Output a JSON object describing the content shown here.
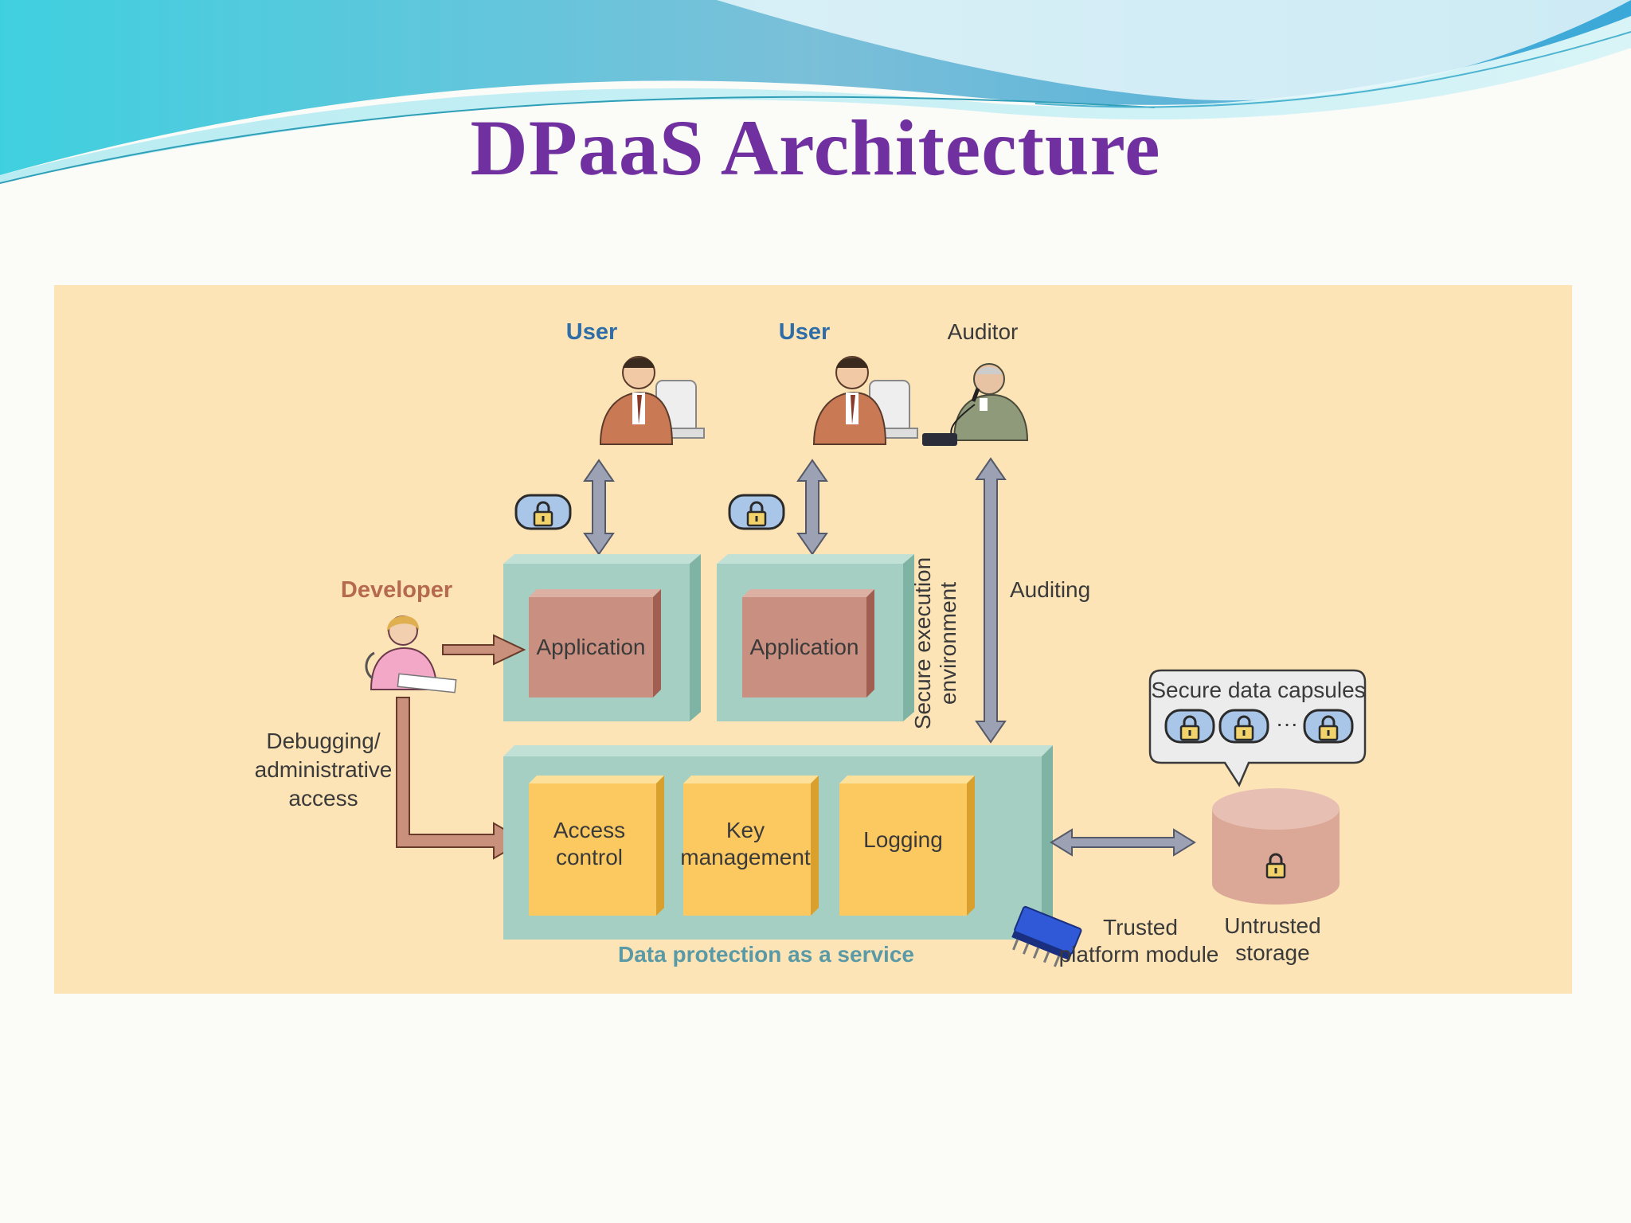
{
  "slide": {
    "title": "DPaaS  Architecture"
  },
  "diagram": {
    "actors": {
      "user_left": "User",
      "user_right": "User",
      "auditor": "Auditor",
      "developer": "Developer"
    },
    "apps": {
      "left": "Application",
      "right": "Application"
    },
    "secure_env": [
      "Secure execution",
      "environment"
    ],
    "auditing": "Auditing",
    "debug": [
      "Debugging/",
      "administrative",
      "access"
    ],
    "services": {
      "access_control": [
        "Access",
        "control"
      ],
      "key_management": [
        "Key",
        "management"
      ],
      "logging": "Logging"
    },
    "platform": "Data protection as a service",
    "tpm": [
      "Trusted",
      "platform module"
    ],
    "capsules": {
      "title": "Secure data capsules",
      "ellipsis": "···"
    },
    "storage": [
      "Untrusted",
      "storage"
    ],
    "colors": {
      "title": "#7030a0",
      "panel": "#fde4b6",
      "teal_box": "#a5cfc2",
      "app_box": "#c98f80",
      "service_box": "#fcc860",
      "arrow_gray": "#9ca1b3",
      "arrow_brown": "#c9907c",
      "lock_bubble": "#a9c6e8"
    }
  }
}
